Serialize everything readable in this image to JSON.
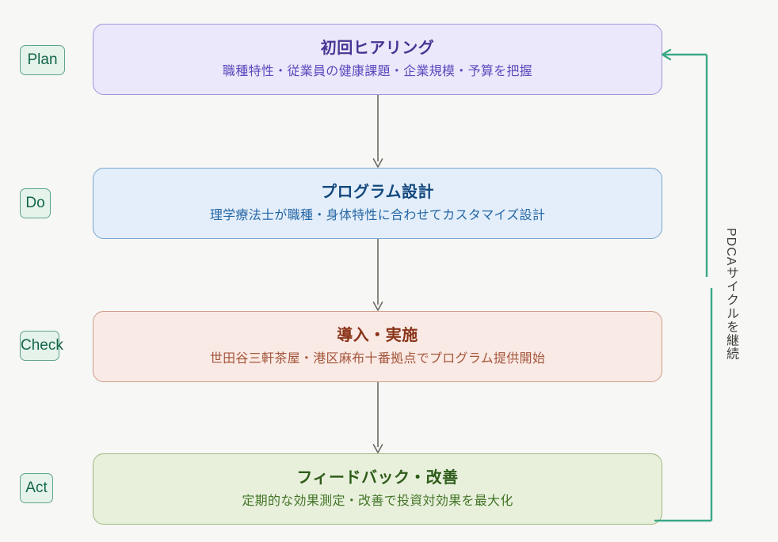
{
  "diagram": {
    "title_hidden": "",
    "background_color": "#f7f7f5",
    "stages": [
      {
        "badge": "Plan",
        "title": "初回ヒアリング",
        "desc": "職種特性・従業員の健康課題・企業規模・予算を把握",
        "fill": "#ece8fb",
        "border": "#a295dc"
      },
      {
        "badge": "Do",
        "title": "プログラム設計",
        "desc": "理学療法士が職種・身体特性に合わせてカスタマイズ設計",
        "fill": "#e3eefa",
        "border": "#7ba7cf"
      },
      {
        "badge": "Check",
        "title": "導入・実施",
        "desc": "世田谷三軒茶屋・港区麻布十番拠点でプログラム提供開始",
        "fill": "#faeae6",
        "border": "#cd9b8b"
      },
      {
        "badge": "Act",
        "title": "フィードバック・改善",
        "desc": "定期的な効果測定・改善で投資対効果を最大化",
        "fill": "#e8f0dc",
        "border": "#9cb87e"
      }
    ],
    "feedback_loop": {
      "label": "PDCAサイクルを継続",
      "color": "#3ba887",
      "arrow_direction": "act-to-plan"
    },
    "arrow_color": "#6a6a62",
    "badge_colors": {
      "fill": "#e5f3ea",
      "border": "#5fa489",
      "text": "#13664c"
    }
  }
}
